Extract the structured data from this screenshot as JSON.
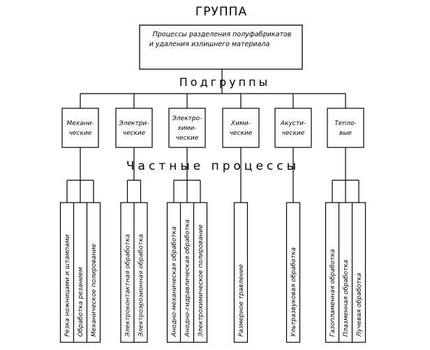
{
  "title": "ГРУППА",
  "root": {
    "line1": "Процессы разделения полуфабрикатов",
    "line2": "и удаления излишнего материала"
  },
  "subgroups_label": "Подгруппы",
  "partial_label": "Частные процессы",
  "subgroups": [
    {
      "lines": [
        "Механи-",
        "ческие"
      ],
      "processes": [
        "Резка ножницами и штампами",
        "Обработка резанием",
        "Механическое полирование"
      ]
    },
    {
      "lines": [
        "Электри-",
        "ческие"
      ],
      "processes": [
        "Электроконтактная обработка",
        "Электроэрозионная обработка"
      ]
    },
    {
      "lines": [
        "Электро-",
        "хими-",
        "ческие"
      ],
      "processes": [
        "Анодно-механическая обработка",
        "Анодно-гидравлическая обработка",
        "Электрохимическое полирование"
      ]
    },
    {
      "lines": [
        "Хими-",
        "ческие"
      ],
      "processes": [
        "Размерное травление"
      ]
    },
    {
      "lines": [
        "Акусти-",
        "ческие"
      ],
      "processes": [
        "Ультразвуковая обработка"
      ]
    },
    {
      "lines": [
        "Тепло-",
        "вые"
      ],
      "processes": [
        "Газопламенная обработка",
        "Плазменная обработка",
        "Лучевая обработка"
      ]
    }
  ]
}
